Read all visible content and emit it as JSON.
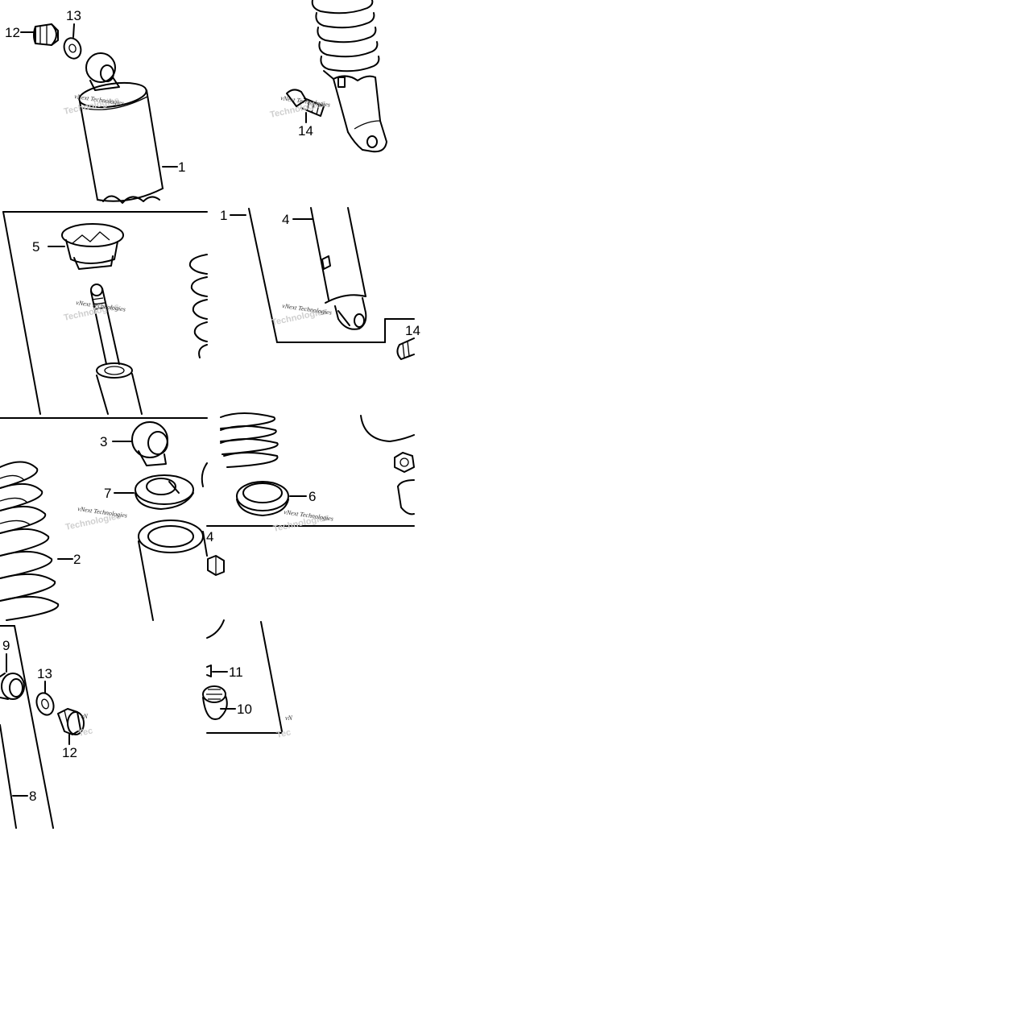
{
  "diagram": {
    "labels": {
      "t1_12": "12",
      "t1_13": "13",
      "t1_1": "1",
      "t2_14": "14",
      "t3_5": "5",
      "t4_1": "1",
      "t4_4": "4",
      "t4_14": "14",
      "t5_3": "3",
      "t5_7": "7",
      "t5_2": "2",
      "t5_4": "4",
      "t6_6": "6",
      "t7_9": "9",
      "t7_13": "13",
      "t7_12": "12",
      "t7_8": "8",
      "t8_11": "11",
      "t8_10": "10"
    },
    "watermark": {
      "text": "vNext Technologies",
      "shadow": "Technologies",
      "partial": "vN",
      "partial_shadow": "Tec"
    }
  }
}
